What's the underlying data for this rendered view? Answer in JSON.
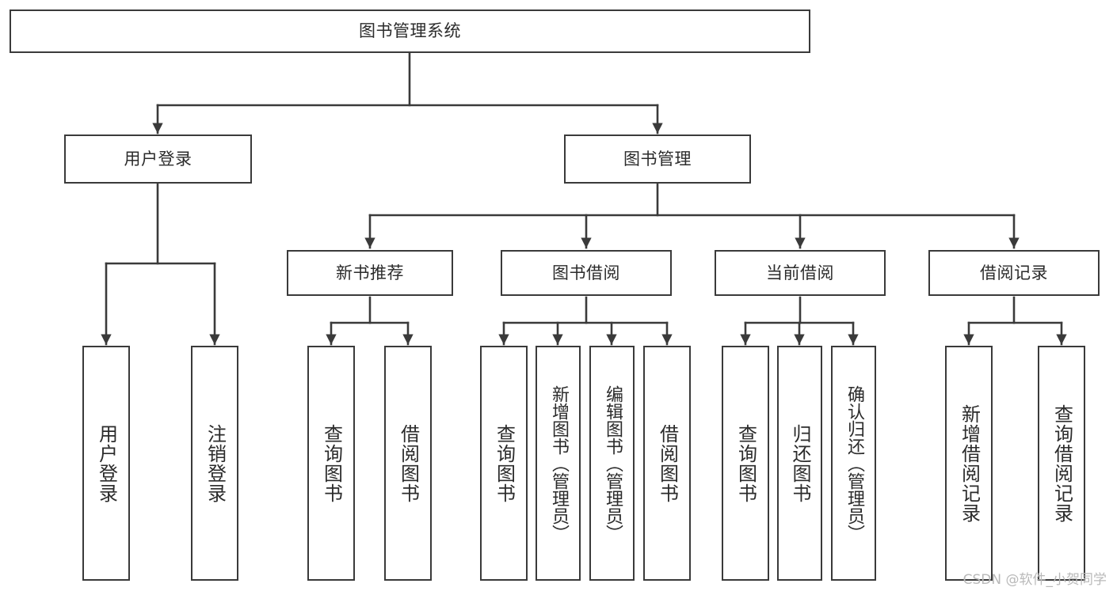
{
  "diagram": {
    "title": "图书管理系统",
    "type": "tree-hierarchy-chart",
    "watermark": "CSDN @软件_小贺同学",
    "colors": {
      "node_stroke": "#3a3a3a",
      "node_fill": "#ffffff",
      "edge": "#3a3a3a",
      "text": "#2b2b2b",
      "watermark": "#b9b9b9"
    },
    "root": {
      "label": "图书管理系统"
    },
    "level2": [
      {
        "label": "用户登录"
      },
      {
        "label": "图书管理"
      }
    ],
    "level3": [
      {
        "label": "新书推荐"
      },
      {
        "label": "图书借阅"
      },
      {
        "label": "当前借阅"
      },
      {
        "label": "借阅记录"
      }
    ],
    "leaves": {
      "user_login": [
        {
          "label": "用户登录"
        },
        {
          "label": "注销登录"
        }
      ],
      "new_book_recommend": [
        {
          "label": "查询图书"
        },
        {
          "label": "借阅图书"
        }
      ],
      "book_borrow": [
        {
          "label": "查询图书"
        },
        {
          "label": "新增图书（管理员）"
        },
        {
          "label": "编辑图书（管理员）"
        },
        {
          "label": "借阅图书"
        }
      ],
      "current_borrow": [
        {
          "label": "查询图书"
        },
        {
          "label": "归还图书"
        },
        {
          "label": "确认归还（管理员）"
        }
      ],
      "borrow_record": [
        {
          "label": "新增借阅记录"
        },
        {
          "label": "查询借阅记录"
        }
      ]
    }
  }
}
